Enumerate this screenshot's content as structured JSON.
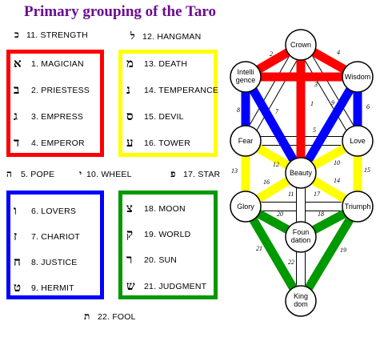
{
  "title": "Primary grouping of the Taro",
  "colors": {
    "title": "#6a0d8c",
    "red": "#ff0000",
    "yellow": "#ffff00",
    "blue": "#0000ff",
    "green": "#009900"
  },
  "loose": {
    "strength": {
      "heb": "כ",
      "label": "11. STRENGTH"
    },
    "hangman": {
      "heb": "ל",
      "label": "12. HANGMAN"
    },
    "pope": {
      "heb": "ה",
      "label": "5. POPE"
    },
    "wheel": {
      "heb": "י",
      "label": "10. WHEEL"
    },
    "star": {
      "heb": "פ",
      "label": "17. STAR"
    },
    "fool": {
      "heb": "ת",
      "label": "22. FOOL"
    }
  },
  "groups": {
    "red": [
      {
        "heb": "א",
        "label": "1. MAGICIAN"
      },
      {
        "heb": "ב",
        "label": "2. PRIESTESS"
      },
      {
        "heb": "ג",
        "label": "3. EMPRESS"
      },
      {
        "heb": "ד",
        "label": "4. EMPEROR"
      }
    ],
    "yellow": [
      {
        "heb": "מ",
        "label": "13. DEATH"
      },
      {
        "heb": "נ",
        "label": "14. TEMPERANCE"
      },
      {
        "heb": "ס",
        "label": "15. DEVIL"
      },
      {
        "heb": "ע",
        "label": "16. TOWER"
      }
    ],
    "blue": [
      {
        "heb": "ו",
        "label": "6. LOVERS"
      },
      {
        "heb": "ז",
        "label": "7. CHARIOT"
      },
      {
        "heb": "ח",
        "label": "8. JUSTICE"
      },
      {
        "heb": "ט",
        "label": "9. HERMIT"
      }
    ],
    "green": [
      {
        "heb": "צ",
        "label": "18. MOON"
      },
      {
        "heb": "ק",
        "label": "19. WORLD"
      },
      {
        "heb": "ר",
        "label": "20. SUN"
      },
      {
        "heb": "ש",
        "label": "21. JUDGMENT"
      }
    ]
  },
  "tree": {
    "nodes": {
      "crown": [
        "Crown"
      ],
      "intelligence": [
        "Intelli",
        "gence"
      ],
      "wisdom": [
        "Wisdom"
      ],
      "fear": [
        "Fear"
      ],
      "love": [
        "Love"
      ],
      "beauty": [
        "Beauty"
      ],
      "glory": [
        "Glory"
      ],
      "triumph": [
        "Triumph"
      ],
      "foundation": [
        "Foun",
        "dation"
      ],
      "kingdom": [
        "King",
        "dom"
      ]
    },
    "path_numbers": {
      "p1": "1",
      "p2": "2",
      "p3": "3",
      "p4": "4",
      "p5": "5",
      "p6": "6",
      "p7": "7",
      "p8": "8",
      "p9": "9",
      "p10": "10",
      "p11": "11",
      "p12": "12",
      "p13": "13",
      "p14": "14",
      "p15": "15",
      "p16": "16",
      "p17": "17",
      "p18": "18",
      "p19": "19",
      "p20": "20",
      "p21": "21",
      "p22": "22"
    }
  }
}
